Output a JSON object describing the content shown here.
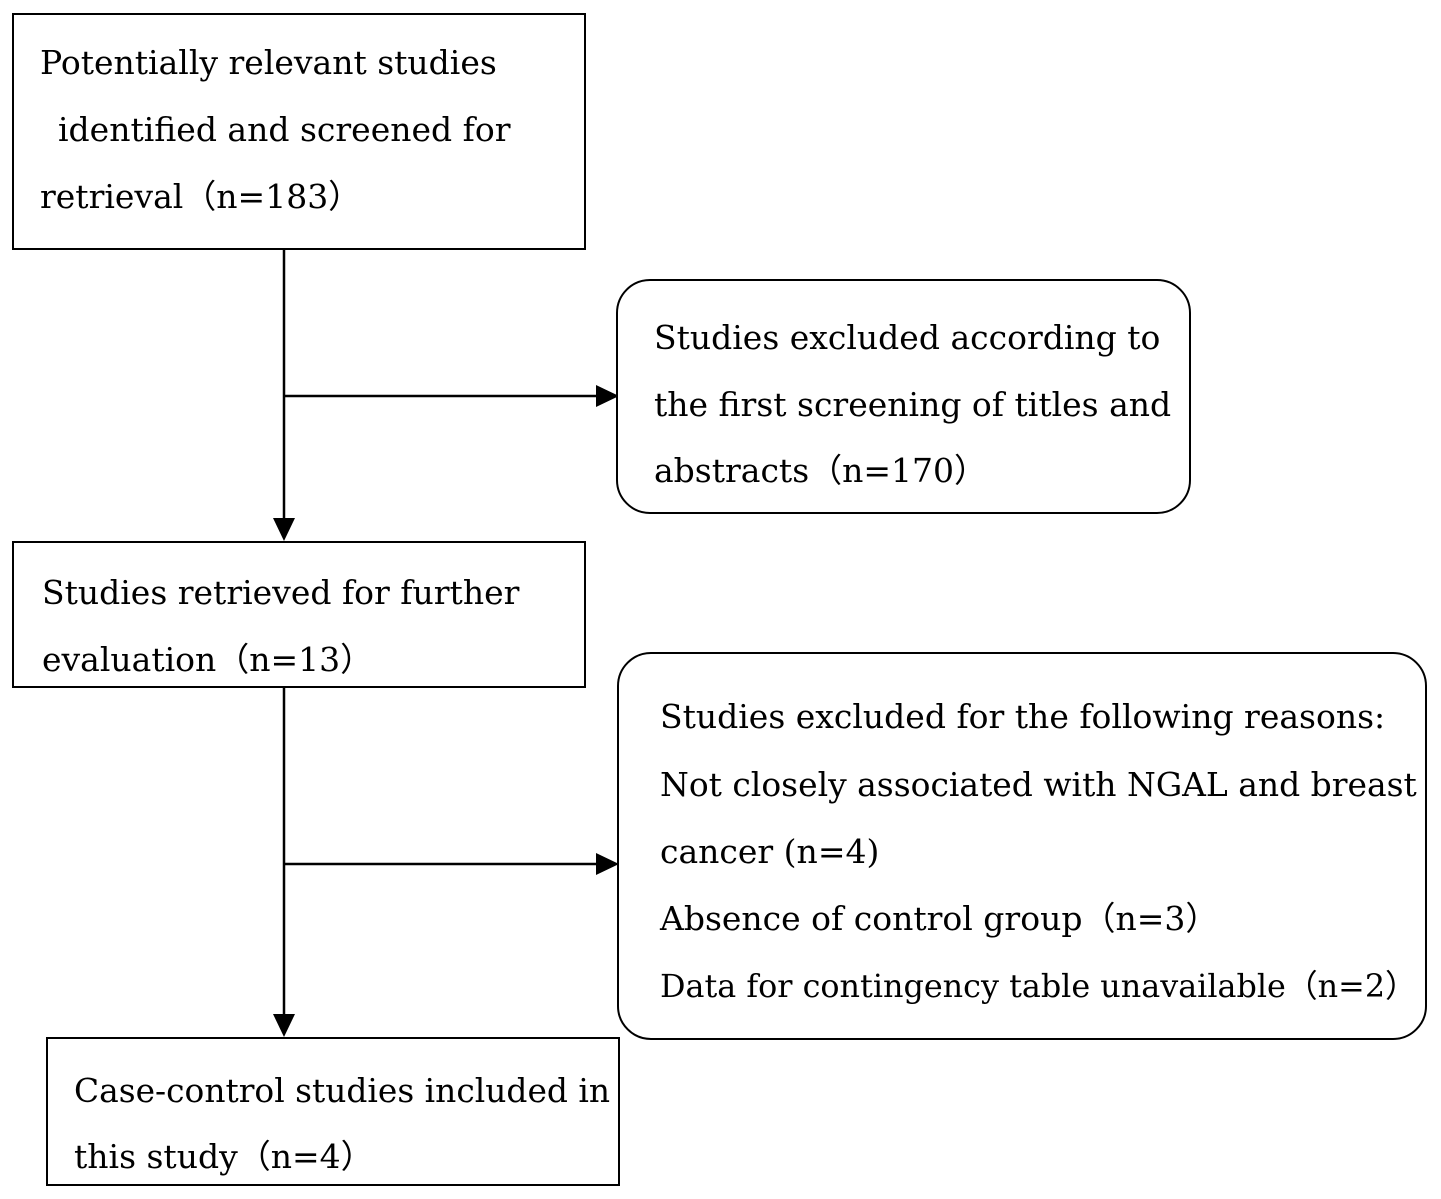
{
  "flow": {
    "identified": {
      "lines": [
        "Potentially relevant studies",
        "identified and screened for",
        "retrieval（n=183）"
      ]
    },
    "excluded_first": {
      "lines": [
        "Studies excluded according to",
        "the first screening of titles and",
        "abstracts（n=170）"
      ]
    },
    "retrieved": {
      "lines": [
        "Studies retrieved for further",
        "evaluation（n=13）"
      ]
    },
    "excluded_second": {
      "lines": [
        "Studies excluded for the following reasons:",
        "Not closely associated with NGAL and breast",
        "cancer (n=4)",
        "Absence of control group（n=3）",
        "Data for contingency table unavailable（n=2）"
      ]
    },
    "included": {
      "lines": [
        "Case-control studies included in",
        "this study（n=4）"
      ]
    }
  }
}
